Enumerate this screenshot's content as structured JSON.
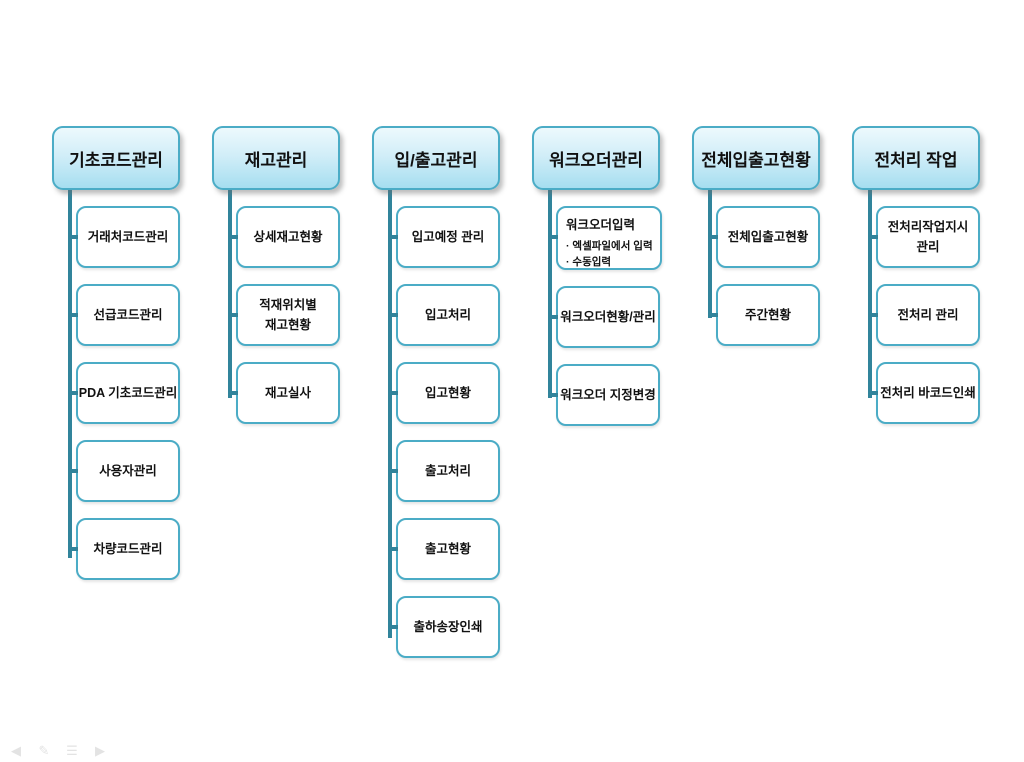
{
  "diagram": {
    "columns": [
      {
        "title": "기초코드관리",
        "children": [
          {
            "label": "거래처코드관리"
          },
          {
            "label": "선급코드관리"
          },
          {
            "label": "PDA 기초코드관리"
          },
          {
            "label": "사용자관리"
          },
          {
            "label": "차량코드관리"
          }
        ]
      },
      {
        "title": "재고관리",
        "children": [
          {
            "label": "상세재고현황"
          },
          {
            "label": "적재위치별\n재고현황"
          },
          {
            "label": "재고실사"
          }
        ]
      },
      {
        "title": "입/출고관리",
        "children": [
          {
            "label": "입고예정 관리"
          },
          {
            "label": "입고처리"
          },
          {
            "label": "입고현황"
          },
          {
            "label": "출고처리"
          },
          {
            "label": "출고현황"
          },
          {
            "label": "출하송장인쇄"
          }
        ]
      },
      {
        "title": "워크오더관리",
        "children": [
          {
            "label": "워크오더입력",
            "bullets": [
              "엑셀파일에서 입력",
              "수동입력"
            ]
          },
          {
            "label": "워크오더현황/관리"
          },
          {
            "label": "워크오더 지정변경"
          }
        ]
      },
      {
        "title": "전체입출고현황",
        "children": [
          {
            "label": "전체입출고현황"
          },
          {
            "label": "주간현황"
          }
        ]
      },
      {
        "title": "전처리 작업",
        "children": [
          {
            "label": "전처리작업지시\n관리"
          },
          {
            "label": "전처리 관리"
          },
          {
            "label": "전처리 바코드인쇄"
          }
        ]
      }
    ]
  },
  "colors": {
    "box_border": "#4BACC6",
    "connector_line": "#31849B",
    "header_fill_top": "#EDF9FD",
    "header_fill_bottom": "#A6DEF0",
    "node_fill": "#FFFFFF",
    "text": "#111111"
  },
  "slideshow_controls": {
    "items": [
      {
        "name": "previous-slide",
        "glyph": "◀"
      },
      {
        "name": "pen-tool",
        "glyph": "✎"
      },
      {
        "name": "slide-menu",
        "glyph": "☰"
      },
      {
        "name": "next-slide",
        "glyph": "▶"
      }
    ]
  }
}
